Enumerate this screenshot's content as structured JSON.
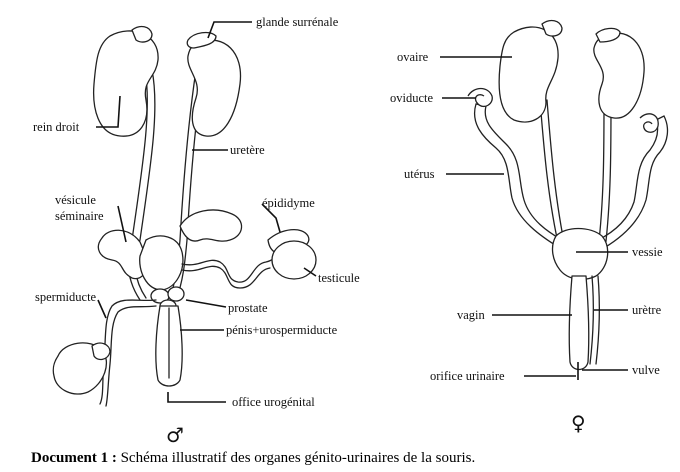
{
  "male": {
    "symbol": "♂",
    "labels": {
      "glande_surrenale": "glande surrénale",
      "rein_droit": "rein droit",
      "uretere": "uretère",
      "vesicule_1": "vésicule",
      "vesicule_2": "séminaire",
      "epididyme": "épididyme",
      "testicule": "testicule",
      "spermiducte": "spermiducte",
      "prostate": "prostate",
      "penis": "pénis+urospermiducte",
      "office": "office urogénital"
    }
  },
  "female": {
    "symbol": "♀",
    "labels": {
      "ovaire": "ovaire",
      "oviducte": "oviducte",
      "uterus": "utérus",
      "vessie": "vessie",
      "uretre": "urètre",
      "vagin": "vagin",
      "orifice": "orifice urinaire",
      "vulve": "vulve"
    }
  },
  "caption": {
    "prefix": "Document 1 :",
    "text": " Schéma illustratif des organes génito-urinaires de la souris."
  }
}
